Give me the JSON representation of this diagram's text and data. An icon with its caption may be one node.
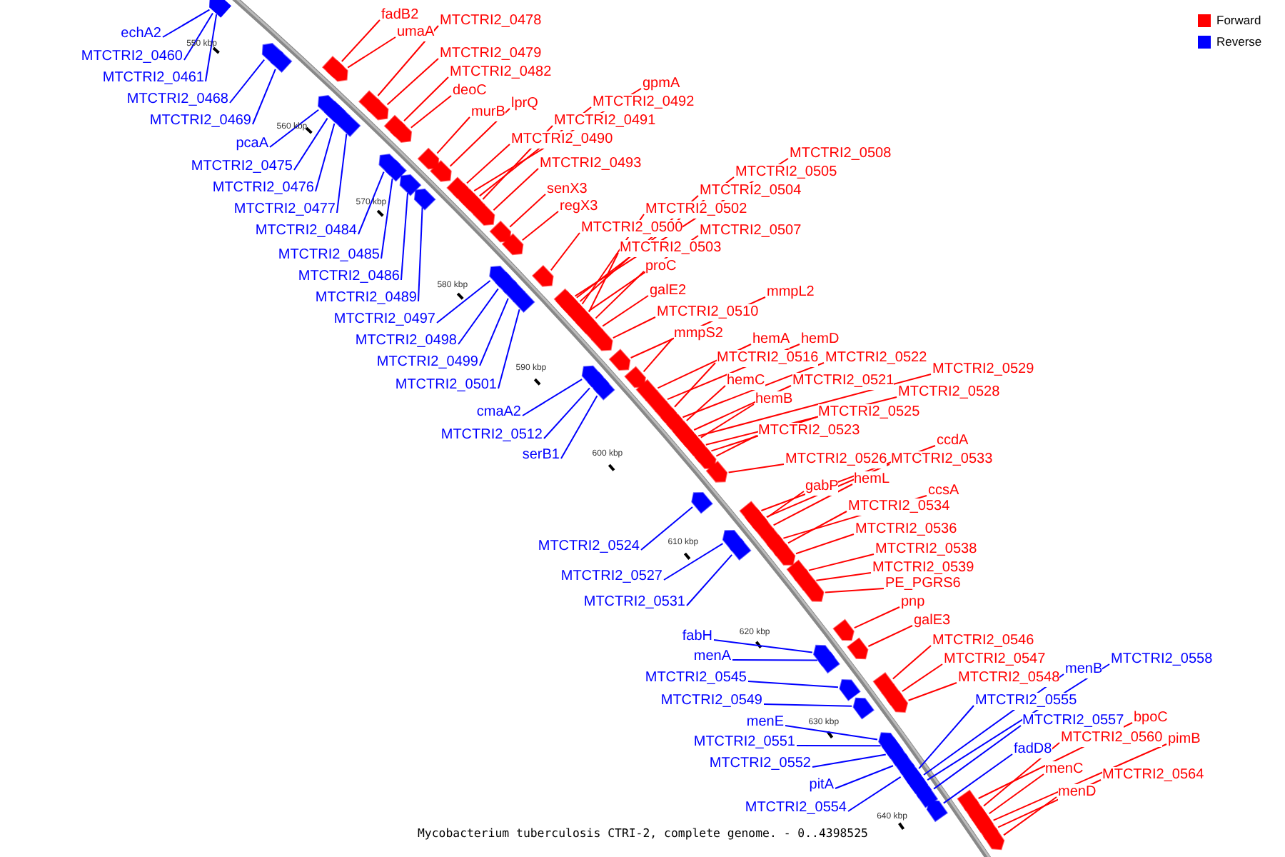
{
  "diagram": {
    "caption": "Mycobacterium tuberculosis CTRI-2, complete genome. - 0..4398525",
    "nodes": [
      {
        "text": [
          "fadB2"
        ]
      },
      {
        "text": [
          "MTCTRI2_0478"
        ]
      },
      {
        "text": [
          "umaA"
        ]
      },
      {
        "text": [
          "echA2"
        ]
      },
      {
        "text": [
          "MTCTRI2_0479"
        ]
      },
      {
        "text": [
          "MTCTRI2_0460"
        ]
      },
      {
        "text": [
          "MTCTRI2_0482"
        ]
      },
      {
        "text": [
          "MTCTRI2_0461"
        ]
      },
      {
        "text": [
          "gpmA"
        ]
      },
      {
        "text": [
          "deoC"
        ]
      },
      {
        "text": [
          "MTCTRI2_0468"
        ]
      },
      {
        "text": [
          "MTCTRI2_0492"
        ]
      },
      {
        "text": [
          "lprQ"
        ]
      },
      {
        "text": [
          "murB"
        ]
      },
      {
        "text": [
          "MTCTRI2_0491"
        ]
      },
      {
        "text": [
          "MTCTRI2_0469"
        ]
      },
      {
        "text": [
          "MTCTRI2_0490"
        ]
      },
      {
        "text": [
          "pcaA"
        ]
      },
      {
        "text": [
          "MTCTRI2_0508"
        ]
      },
      {
        "text": [
          "MTCTRI2_0493"
        ]
      },
      {
        "text": [
          "MTCTRI2_0475"
        ]
      },
      {
        "text": [
          "MTCTRI2_0505"
        ]
      },
      {
        "text": [
          "MTCTRI2_0476"
        ]
      },
      {
        "text": [
          "senX3"
        ]
      },
      {
        "text": [
          "MTCTRI2_0504"
        ]
      },
      {
        "text": [
          "regX3"
        ]
      },
      {
        "text": [
          "MTCTRI2_0477"
        ]
      },
      {
        "text": [
          "MTCTRI2_0502"
        ]
      },
      {
        "text": [
          "MTCTRI2_0500"
        ]
      },
      {
        "text": [
          "MTCTRI2_0484"
        ]
      },
      {
        "text": [
          "MTCTRI2_0507"
        ]
      },
      {
        "text": [
          "MTCTRI2_0503"
        ]
      },
      {
        "text": [
          "MTCTRI2_0485"
        ]
      },
      {
        "text": [
          "proC"
        ]
      },
      {
        "text": [
          "MTCTRI2_0486"
        ]
      },
      {
        "text": [
          "galE2"
        ]
      },
      {
        "text": [
          "mmpL2"
        ]
      },
      {
        "text": [
          "MTCTRI2_0489"
        ]
      },
      {
        "text": [
          "MTCTRI2_0510"
        ]
      },
      {
        "text": [
          "MTCTRI2_0497"
        ]
      },
      {
        "text": [
          "mmpS2"
        ]
      },
      {
        "text": [
          "hemA"
        ]
      },
      {
        "text": [
          "hemD"
        ]
      },
      {
        "text": [
          "MTCTRI2_0498"
        ]
      },
      {
        "text": [
          "MTCTRI2_0516"
        ]
      },
      {
        "text": [
          "MTCTRI2_0522"
        ]
      },
      {
        "text": [
          "MTCTRI2_0499"
        ]
      },
      {
        "text": [
          "MTCTRI2_0529"
        ]
      },
      {
        "text": [
          "hemC"
        ]
      },
      {
        "text": [
          "MTCTRI2_0521"
        ]
      },
      {
        "text": [
          "MTCTRI2_0501"
        ]
      },
      {
        "text": [
          "MTCTRI2_0528"
        ]
      },
      {
        "text": [
          "hemB"
        ]
      },
      {
        "text": [
          "cmaA2"
        ]
      },
      {
        "text": [
          "MTCTRI2_0525"
        ]
      },
      {
        "text": [
          "MTCTRI2_0523"
        ]
      },
      {
        "text": [
          "MTCTRI2_0512"
        ]
      },
      {
        "text": [
          "ccdA"
        ]
      },
      {
        "text": [
          "serB1"
        ]
      },
      {
        "text": [
          "MTCTRI2_0526"
        ]
      },
      {
        "text": [
          "MTCTRI2_0533"
        ]
      },
      {
        "text": [
          "hemL"
        ]
      },
      {
        "text": [
          "gabP"
        ]
      },
      {
        "text": [
          "ccsA"
        ]
      },
      {
        "text": [
          "MTCTRI2_0534"
        ]
      },
      {
        "text": [
          "MTCTRI2_0536"
        ]
      },
      {
        "text": [
          "MTCTRI2_0524"
        ]
      },
      {
        "text": [
          "MTCTRI2_0538"
        ]
      },
      {
        "text": [
          "MTCTRI2_0539"
        ]
      },
      {
        "text": [
          "MTCTRI2_0527"
        ]
      },
      {
        "text": [
          "PE_PGRS6"
        ]
      },
      {
        "text": [
          "MTCTRI2_0531"
        ]
      },
      {
        "text": [
          "pnp"
        ]
      },
      {
        "text": [
          "galE3"
        ]
      },
      {
        "text": [
          "fabH"
        ]
      },
      {
        "text": [
          "MTCTRI2_0546"
        ]
      },
      {
        "text": [
          "menA"
        ]
      },
      {
        "text": [
          "MTCTRI2_0558"
        ]
      },
      {
        "text": [
          "MTCTRI2_0547"
        ]
      },
      {
        "text": [
          "menB"
        ]
      },
      {
        "text": [
          "MTCTRI2_0545"
        ]
      },
      {
        "text": [
          "MTCTRI2_0548"
        ]
      },
      {
        "text": [
          "MTCTRI2_0549"
        ]
      },
      {
        "text": [
          "MTCTRI2_0555"
        ]
      },
      {
        "text": [
          "bpoC"
        ]
      },
      {
        "text": [
          "MTCTRI2_0557"
        ]
      },
      {
        "text": [
          "menE"
        ]
      },
      {
        "text": [
          "MTCTRI2_0560"
        ]
      },
      {
        "text": [
          "pimB"
        ]
      },
      {
        "text": [
          "MTCTRI2_0551"
        ]
      },
      {
        "text": [
          "fadD8"
        ]
      },
      {
        "text": [
          "MTCTRI2_0552"
        ]
      },
      {
        "text": [
          "menC"
        ]
      },
      {
        "text": [
          "MTCTRI2_0564"
        ]
      },
      {
        "text": [
          "pitA"
        ]
      },
      {
        "text": [
          "menD"
        ]
      },
      {
        "text": [
          "MTCTRI2_0554"
        ]
      },
      {
        "text": [],
        "shape": "pentagon"
      },
      {
        "text": [],
        "shape": "pentagon"
      },
      {
        "text": [],
        "shape": "pentagon"
      },
      {
        "text": [],
        "shape": "pentagon"
      },
      {
        "text": [],
        "shape": "pentagon"
      },
      {
        "text": [],
        "shape": "pentagon"
      },
      {
        "text": [],
        "shape": "pentagon"
      },
      {
        "text": [],
        "shape": "pentagon"
      },
      {
        "text": [],
        "shape": "pentagon"
      },
      {
        "text": [],
        "shape": "pentagon"
      },
      {
        "text": [],
        "shape": "pentagon"
      },
      {
        "text": [],
        "shape": "pentagon"
      },
      {
        "text": [],
        "shape": "pentagon"
      },
      {
        "text": [],
        "shape": "pentagon"
      },
      {
        "text": [],
        "shape": "pentagon"
      },
      {
        "text": [],
        "shape": "pentagon"
      },
      {
        "text": [],
        "shape": "pentagon"
      },
      {
        "text": [],
        "shape": "pentagon"
      },
      {
        "text": [],
        "shape": "pentagon"
      },
      {
        "text": [],
        "shape": "pentagon"
      },
      {
        "text": [],
        "shape": "pentagon"
      },
      {
        "text": [],
        "shape": "pentagon"
      },
      {
        "text": [],
        "shape": "pentagon"
      },
      {
        "text": [],
        "shape": "pentagon"
      },
      {
        "text": [],
        "shape": "pentagon"
      },
      {
        "text": [],
        "shape": "pentagon"
      },
      {
        "text": [],
        "shape": "pentagon"
      },
      {
        "text": [],
        "shape": "pentagon"
      },
      {
        "text": [],
        "shape": "pentagon"
      },
      {
        "text": [],
        "shape": "pentagon"
      },
      {
        "text": [],
        "shape": "pentagon"
      },
      {
        "text": [],
        "shape": "pentagon"
      },
      {
        "text": [],
        "shape": "pentagon"
      },
      {
        "text": [],
        "shape": "pentagon"
      },
      {
        "text": [],
        "shape": "pentagon"
      },
      {
        "text": [],
        "shape": "pentagon"
      },
      {
        "text": [],
        "shape": "pentagon"
      },
      {
        "text": [],
        "shape": "pentagon"
      },
      {
        "text": [],
        "shape": "pentagon"
      },
      {
        "text": [],
        "shape": "pentagon"
      },
      {
        "text": [],
        "shape": "pentagon"
      },
      {
        "text": [],
        "shape": "pentagon"
      },
      {
        "text": [],
        "shape": "pentagon"
      },
      {
        "text": [],
        "shape": "pentagon"
      },
      {
        "text": [],
        "shape": "pentagon"
      },
      {
        "text": [],
        "shape": "pentagon"
      },
      {
        "text": [],
        "shape": "pentagon"
      },
      {
        "text": [],
        "shape": "pentagon"
      },
      {
        "text": [],
        "shape": "pentagon"
      },
      {
        "text": [],
        "shape": "pentagon"
      },
      {
        "text": [],
        "shape": "pentagon"
      },
      {
        "text": [],
        "shape": "pentagon"
      },
      {
        "text": [],
        "shape": "pentagon"
      },
      {
        "text": [],
        "shape": "pentagon"
      },
      {
        "text": [],
        "shape": "pentagon"
      },
      {
        "text": [],
        "shape": "pentagon"
      },
      {
        "text": [],
        "shape": "pentagon"
      },
      {
        "text": [],
        "shape": "pentagon"
      },
      {
        "text": [],
        "shape": "pentagon"
      },
      {
        "text": [],
        "shape": "pentagon"
      },
      {
        "text": [],
        "shape": "pentagon"
      },
      {
        "text": [],
        "shape": "pentagon"
      },
      {
        "text": [],
        "shape": "pentagon"
      },
      {
        "text": [],
        "shape": "pentagon"
      },
      {
        "text": [],
        "shape": "pentagon"
      },
      {
        "text": [],
        "shape": "pentagon"
      },
      {
        "text": [],
        "shape": "pentagon"
      },
      {
        "text": [],
        "shape": "pentagon"
      },
      {
        "text": [],
        "shape": "pentagon"
      },
      {
        "text": [],
        "shape": "pentagon"
      },
      {
        "text": [],
        "shape": "pentagon"
      },
      {
        "text": [],
        "shape": "pentagon"
      },
      {
        "text": [],
        "shape": "pentagon"
      },
      {
        "text": [],
        "shape": "pentagon"
      },
      {
        "text": [],
        "shape": "pentagon"
      },
      {
        "text": [],
        "shape": "pentagon"
      },
      {
        "text": [],
        "shape": "pentagon"
      },
      {
        "text": [],
        "shape": "pentagon"
      },
      {
        "text": [],
        "shape": "pentagon"
      },
      {
        "text": [],
        "shape": "pentagon"
      },
      {
        "text": [],
        "shape": "pentagon"
      },
      {
        "text": [],
        "shape": "pentagon"
      },
      {
        "text": [],
        "shape": "pentagon"
      },
      {
        "text": [],
        "shape": "pentagon"
      },
      {
        "text": [],
        "shape": "pentagon"
      },
      {
        "text": [],
        "shape": "pentagon"
      },
      {
        "text": [],
        "shape": "pentagon"
      },
      {
        "text": [],
        "shape": "pentagon"
      },
      {
        "text": [],
        "shape": "pentagon"
      },
      {
        "text": [],
        "shape": "pentagon"
      },
      {
        "text": [],
        "shape": "pentagon"
      },
      {
        "text": [],
        "shape": "pentagon"
      },
      {
        "text": [],
        "shape": "pentagon"
      },
      {
        "text": [],
        "shape": "pentagon"
      },
      {
        "text": [],
        "shape": "pentagon"
      },
      {
        "text": [],
        "shape": "pentagon"
      },
      {
        "text": [],
        "shape": "pentagon"
      }
    ],
    "edges": [
      {
        "from": 0,
        "to": 97,
        "arrow": "none"
      },
      {
        "from": 1,
        "to": 98,
        "arrow": "none"
      },
      {
        "from": 2,
        "to": 99,
        "arrow": "none"
      },
      {
        "from": 3,
        "to": 100,
        "arrow": "none",
        "color": "#0000ff"
      },
      {
        "from": 4,
        "to": 101,
        "arrow": "none"
      },
      {
        "from": 5,
        "to": 102,
        "arrow": "none",
        "color": "#0000ff"
      },
      {
        "from": 6,
        "to": 103,
        "arrow": "none"
      },
      {
        "from": 7,
        "to": 104,
        "arrow": "none",
        "color": "#0000ff"
      },
      {
        "from": 8,
        "to": 105,
        "arrow": "none"
      },
      {
        "from": 9,
        "to": 106,
        "arrow": "none"
      },
      {
        "from": 10,
        "to": 107,
        "arrow": "none",
        "color": "#0000ff"
      },
      {
        "from": 11,
        "to": 108,
        "arrow": "none"
      },
      {
        "from": 12,
        "to": 109,
        "arrow": "none"
      },
      {
        "from": 13,
        "to": 110,
        "arrow": "none"
      },
      {
        "from": 14,
        "to": 111,
        "arrow": "none"
      },
      {
        "from": 15,
        "to": 112,
        "arrow": "none",
        "color": "#0000ff"
      },
      {
        "from": 16,
        "to": 113,
        "arrow": "none"
      },
      {
        "from": 17,
        "to": 114,
        "arrow": "none",
        "color": "#0000ff"
      },
      {
        "from": 18,
        "to": 115,
        "arrow": "none"
      },
      {
        "from": 19,
        "to": 116,
        "arrow": "none"
      },
      {
        "from": 20,
        "to": 117,
        "arrow": "none",
        "color": "#0000ff"
      },
      {
        "from": 21,
        "to": 118,
        "arrow": "none"
      },
      {
        "from": 22,
        "to": 119,
        "arrow": "none",
        "color": "#0000ff"
      },
      {
        "from": 23,
        "to": 120,
        "arrow": "none"
      },
      {
        "from": 24,
        "to": 121,
        "arrow": "none"
      },
      {
        "from": 25,
        "to": 122,
        "arrow": "none"
      },
      {
        "from": 26,
        "to": 123,
        "arrow": "none",
        "color": "#0000ff"
      },
      {
        "from": 27,
        "to": 124,
        "arrow": "none"
      },
      {
        "from": 28,
        "to": 125,
        "arrow": "none"
      },
      {
        "from": 29,
        "to": 126,
        "arrow": "none",
        "color": "#0000ff"
      },
      {
        "from": 30,
        "to": 127,
        "arrow": "none"
      },
      {
        "from": 31,
        "to": 128,
        "arrow": "none"
      },
      {
        "from": 32,
        "to": 129,
        "arrow": "none",
        "color": "#0000ff"
      },
      {
        "from": 33,
        "to": 130,
        "arrow": "none"
      },
      {
        "from": 34,
        "to": 131,
        "arrow": "none",
        "color": "#0000ff"
      },
      {
        "from": 35,
        "to": 132,
        "arrow": "none"
      },
      {
        "from": 36,
        "to": 133,
        "arrow": "none"
      },
      {
        "from": 37,
        "to": 134,
        "arrow": "none",
        "color": "#0000ff"
      },
      {
        "from": 38,
        "to": 135,
        "arrow": "none"
      },
      {
        "from": 39,
        "to": 136,
        "arrow": "none",
        "color": "#0000ff"
      },
      {
        "from": 40,
        "to": 137,
        "arrow": "none"
      },
      {
        "from": 41,
        "to": 138,
        "arrow": "none"
      },
      {
        "from": 42,
        "to": 139,
        "arrow": "none"
      },
      {
        "from": 43,
        "to": 140,
        "arrow": "none",
        "color": "#0000ff"
      },
      {
        "from": 44,
        "to": 141,
        "arrow": "none"
      },
      {
        "from": 45,
        "to": 142,
        "arrow": "none"
      },
      {
        "from": 46,
        "to": 143,
        "arrow": "none",
        "color": "#0000ff"
      },
      {
        "from": 47,
        "to": 144,
        "arrow": "none"
      },
      {
        "from": 48,
        "to": 145,
        "arrow": "none"
      },
      {
        "from": 49,
        "to": 146,
        "arrow": "none"
      },
      {
        "from": 50,
        "to": 147,
        "arrow": "none",
        "color": "#0000ff"
      },
      {
        "from": 51,
        "to": 148,
        "arrow": "none"
      },
      {
        "from": 52,
        "to": 149,
        "arrow": "none"
      },
      {
        "from": 53,
        "to": 150,
        "arrow": "none",
        "color": "#0000ff"
      },
      {
        "from": 54,
        "to": 151,
        "arrow": "none"
      },
      {
        "from": 55,
        "to": 152,
        "arrow": "none"
      },
      {
        "from": 56,
        "to": 153,
        "arrow": "none",
        "color": "#0000ff"
      },
      {
        "from": 57,
        "to": 154,
        "arrow": "none"
      },
      {
        "from": 58,
        "to": 155,
        "arrow": "none",
        "color": "#0000ff"
      },
      {
        "from": 59,
        "to": 156,
        "arrow": "none"
      },
      {
        "from": 60,
        "to": 157,
        "arrow": "none"
      },
      {
        "from": 61,
        "to": 158,
        "arrow": "none"
      },
      {
        "from": 62,
        "to": 159,
        "arrow": "none"
      },
      {
        "from": 63,
        "to": 160,
        "arrow": "none"
      },
      {
        "from": 64,
        "to": 161,
        "arrow": "none"
      },
      {
        "from": 65,
        "to": 162,
        "arrow": "none"
      },
      {
        "from": 66,
        "to": 163,
        "arrow": "none",
        "color": "#0000ff"
      },
      {
        "from": 67,
        "to": 164,
        "arrow": "none"
      },
      {
        "from": 68,
        "to": 165,
        "arrow": "none"
      },
      {
        "from": 69,
        "to": 166,
        "arrow": "none",
        "color": "#0000ff"
      },
      {
        "from": 70,
        "to": 167,
        "arrow": "none"
      },
      {
        "from": 71,
        "to": 168,
        "arrow": "none",
        "color": "#0000ff"
      },
      {
        "from": 72,
        "to": 169,
        "arrow": "none"
      },
      {
        "from": 73,
        "to": 170,
        "arrow": "none"
      },
      {
        "from": 74,
        "to": 171,
        "arrow": "none",
        "color": "#0000ff"
      },
      {
        "from": 75,
        "to": 172,
        "arrow": "none"
      },
      {
        "from": 76,
        "to": 173,
        "arrow": "none",
        "color": "#0000ff"
      },
      {
        "from": 77,
        "to": 174,
        "arrow": "none",
        "color": "#0000ff"
      },
      {
        "from": 78,
        "to": 175,
        "arrow": "none"
      },
      {
        "from": 79,
        "to": 176,
        "arrow": "none",
        "color": "#0000ff"
      },
      {
        "from": 80,
        "to": 177,
        "arrow": "none",
        "color": "#0000ff"
      },
      {
        "from": 81,
        "to": 178,
        "arrow": "none"
      },
      {
        "from": 82,
        "to": 179,
        "arrow": "none",
        "color": "#0000ff"
      },
      {
        "from": 83,
        "to": 180,
        "arrow": "none",
        "color": "#0000ff"
      },
      {
        "from": 84,
        "to": 181,
        "arrow": "none"
      },
      {
        "from": 85,
        "to": 182,
        "arrow": "none",
        "color": "#0000ff"
      },
      {
        "from": 86,
        "to": 183,
        "arrow": "none",
        "color": "#0000ff"
      },
      {
        "from": 87,
        "to": 184,
        "arrow": "none"
      },
      {
        "from": 88,
        "to": 185,
        "arrow": "none"
      },
      {
        "from": 89,
        "to": 186,
        "arrow": "none",
        "color": "#0000ff"
      },
      {
        "from": 90,
        "to": 187,
        "arrow": "none",
        "color": "#0000ff"
      },
      {
        "from": 91,
        "to": 188,
        "arrow": "none",
        "color": "#0000ff"
      },
      {
        "from": 92,
        "to": 189,
        "arrow": "none"
      },
      {
        "from": 93,
        "to": 190,
        "arrow": "none"
      },
      {
        "from": 94,
        "to": 191,
        "arrow": "none",
        "color": "#0000ff"
      },
      {
        "from": 95,
        "to": 192,
        "arrow": "none"
      },
      {
        "from": 96,
        "to": 193,
        "arrow": "none",
        "color": "#0000ff"
      }
    ],
    "labels": [
      "550 kbp",
      "560 kbp",
      "570 kbp",
      "580 kbp",
      "590 kbp",
      "600 kbp",
      "610 kbp",
      "620 kbp",
      "630 kbp",
      "640 kbp"
    ],
    "legend": [
      {
        "text": "Forward",
        "color": "#ff0000"
      },
      {
        "text": "Reverse",
        "color": "#0000ff"
      }
    ]
  }
}
